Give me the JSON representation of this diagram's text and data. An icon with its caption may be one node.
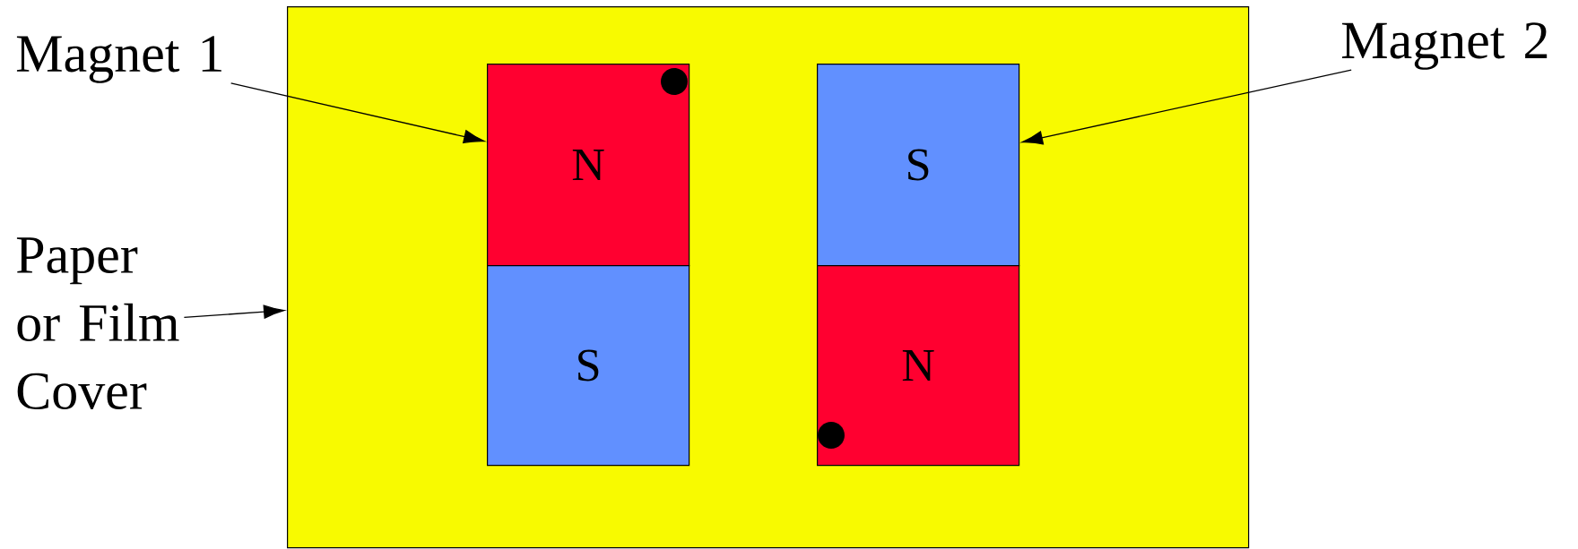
{
  "diagram": {
    "nodes": [
      {
        "text": [
          "Magnet 1"
        ]
      },
      {
        "text": [
          "Magnet 2"
        ]
      },
      {
        "text": [
          "Paper or Film Cover"
        ]
      },
      {
        "text": [],
        "shape": "box"
      },
      {
        "text": [
          "N"
        ],
        "in": 3
      },
      {
        "text": [
          "S"
        ],
        "in": 3
      },
      {
        "text": [
          "S"
        ],
        "in": 3
      },
      {
        "text": [
          "N"
        ],
        "in": 3
      }
    ],
    "edges": [
      {
        "from": 0,
        "to": 4,
        "arrow": "to"
      },
      {
        "from": 1,
        "to": 6,
        "arrow": "to"
      },
      {
        "from": 2,
        "to": 3,
        "arrow": "to"
      }
    ]
  }
}
